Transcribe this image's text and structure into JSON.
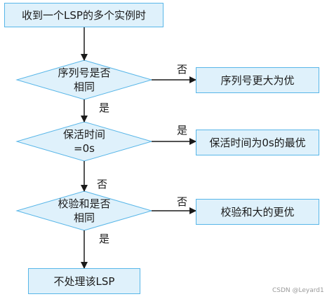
{
  "flowchart": {
    "start": "收到一个LSP的多个实例时",
    "decision_seq": "序列号是否\n相同",
    "decision_keepalive": "保活时间\n=0s",
    "decision_checksum": "校验和是否\n相同",
    "result_seq": "序列号更大为优",
    "result_keepalive": "保活时间为0s的最优",
    "result_checksum": "校验和大的更优",
    "result_final": "不处理该LSP",
    "edge_labels": {
      "seq_no": "否",
      "seq_yes": "是",
      "keepalive_yes": "是",
      "keepalive_no": "否",
      "checksum_no": "否",
      "checksum_yes": "是"
    }
  },
  "watermark": "CSDN @Leyard1",
  "colors": {
    "fill": "#dff1fb",
    "stroke": "#58b6e8",
    "arrow": "#1a1a1a"
  }
}
